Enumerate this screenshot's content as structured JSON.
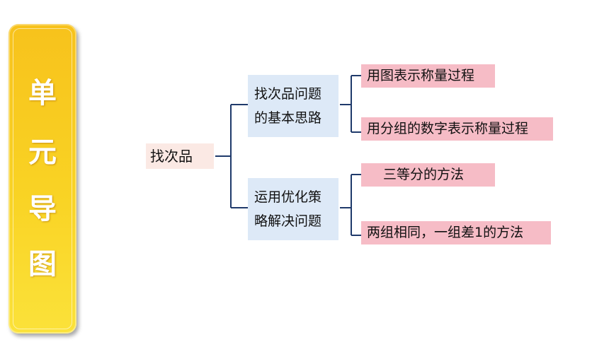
{
  "banner": {
    "chars": [
      "单",
      "元",
      "导",
      "图"
    ]
  },
  "mindmap": {
    "root": "找次品",
    "branches": [
      {
        "label_lines": [
          "找次品问题",
          "的基本思路"
        ],
        "leaves": [
          "用图表示称量过程",
          "用分组的数字表示称量过程"
        ]
      },
      {
        "label_lines": [
          "运用优化策",
          "略解决问题"
        ],
        "leaves": [
          "三等分的方法",
          "两组相同，一组差1的方法"
        ]
      }
    ]
  },
  "colors": {
    "banner_yellow": "#f9d324",
    "line_navy": "#1f3a6b",
    "root_fill": "#fbe9e4",
    "branch_fill": "#dde9f7",
    "leaf_fill": "#f6bcc6"
  }
}
